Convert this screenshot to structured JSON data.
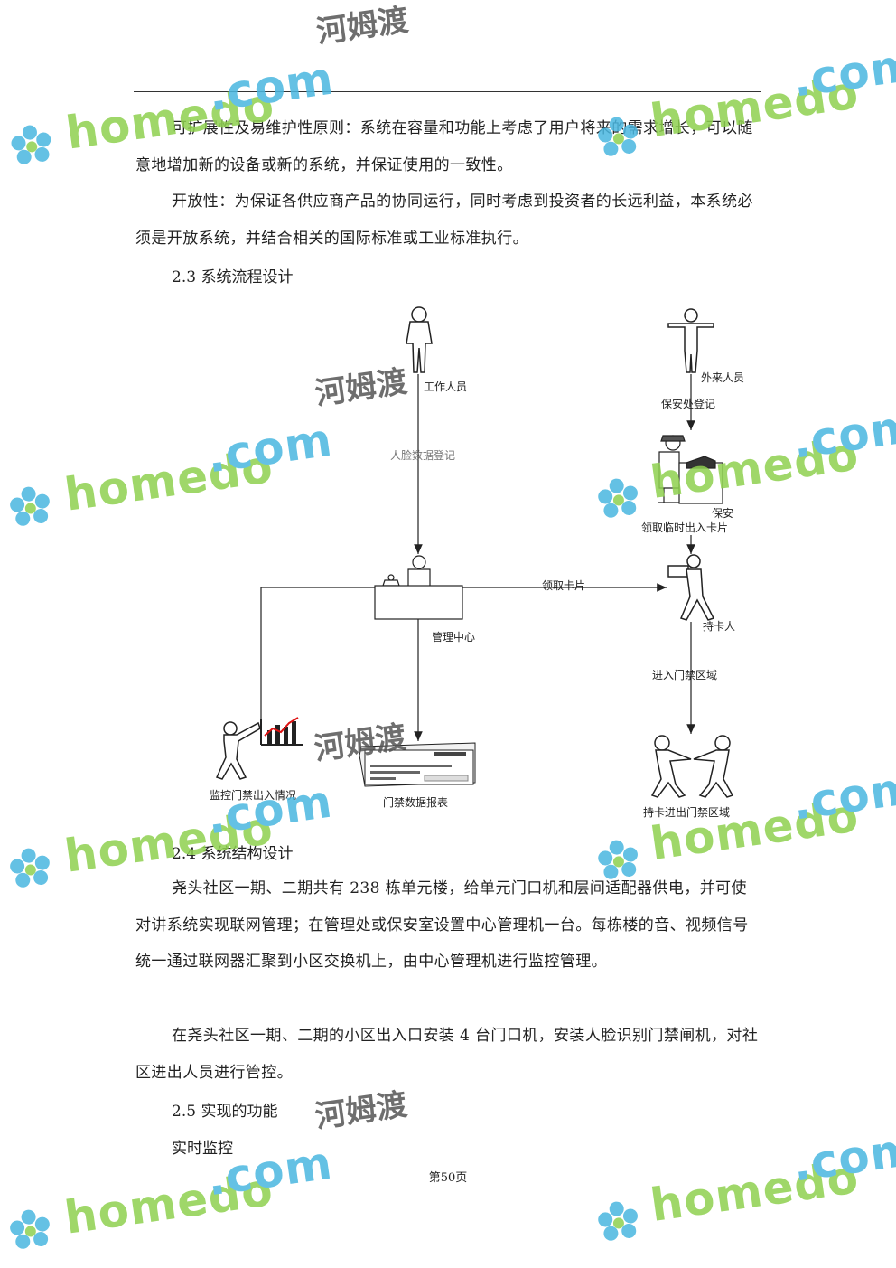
{
  "watermark": {
    "brand": "homedo",
    "domain_suffix": ".com",
    "cn_name": "河姆渡",
    "colors": {
      "green": "#8fd14f",
      "blue": "#49b7e0",
      "gray": "#555555"
    }
  },
  "paragraphs": {
    "p1": "可扩展性及易维护性原则：系统在容量和功能上考虑了用户将来的需求增长，可以随意地增加新的设备或新的系统，并保证使用的一致性。",
    "p2": "开放性：为保证各供应商产品的协同运行，同时考虑到投资者的长远利益，本系统必须是开放系统，并结合相关的国际标准或工业标准执行。",
    "h23": "2.3 系统流程设计",
    "h24": "2.4 系统结构设计",
    "p3": "尧头社区一期、二期共有 238 栋单元楼，给单元门口机和层间适配器供电，并可使对讲系统实现联网管理；在管理处或保安室设置中心管理机一台。每栋楼的音、视频信号统一通过联网器汇聚到小区交换机上，由中心管理机进行监控管理。",
    "p4": "在尧头社区一期、二期的小区出入口安装 4 台门口机，安装人脸识别门禁闸机，对社区进出人员进行管控。",
    "h25": "2.5 实现的功能",
    "p5": "实时监控"
  },
  "diagram": {
    "staff": "工作人员",
    "face_register": "人脸数据登记",
    "visitor": "外来人员",
    "security_register": "保安处登记",
    "guard": "保安",
    "temp_card": "领取临时出入卡片",
    "get_card": "领取卡片",
    "card_holder": "持卡人",
    "management_center": "管理中心",
    "enter_area": "进入门禁区域",
    "monitor": "监控门禁出入情况",
    "report": "门禁数据报表",
    "card_in_out": "持卡进出门禁区域"
  },
  "footer": {
    "page": "第50页"
  }
}
